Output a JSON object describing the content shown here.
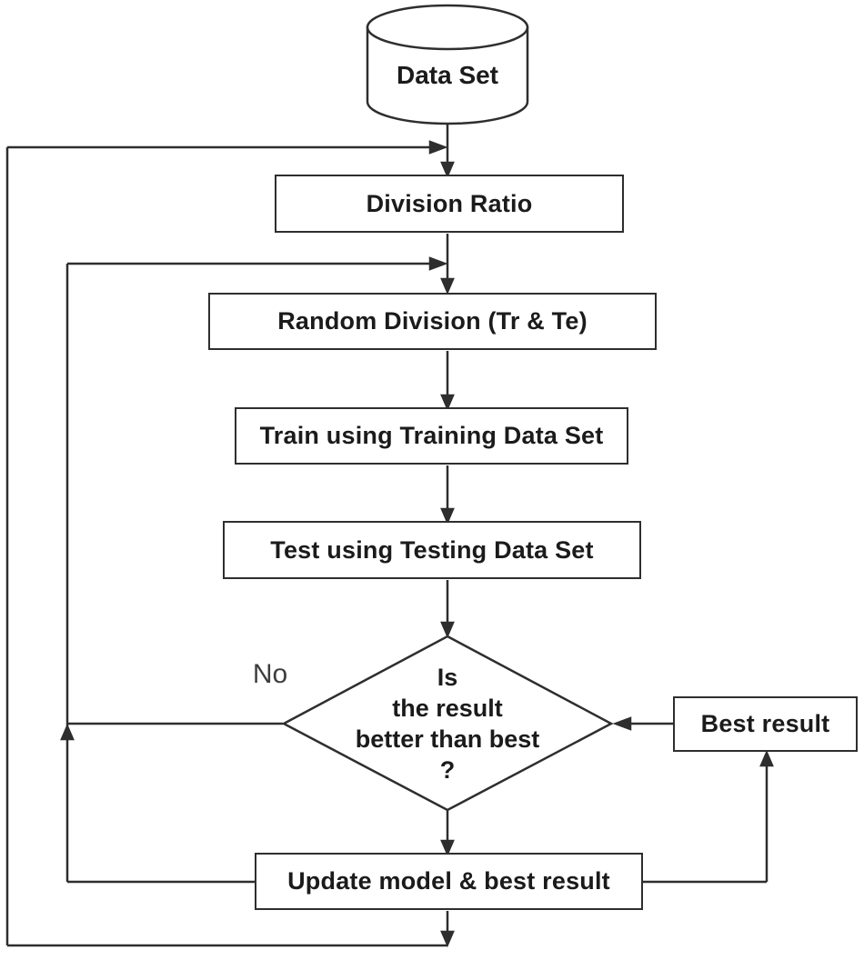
{
  "flowchart": {
    "colors": {
      "stroke": "#2e2e2e",
      "background": "#ffffff",
      "text": "#1b1b1b"
    },
    "nodes": {
      "data_set": {
        "type": "datastore-cylinder",
        "label": "Data Set"
      },
      "division_ratio": {
        "type": "process",
        "label": "Division Ratio"
      },
      "random_division": {
        "type": "process",
        "label": "Random Division (Tr & Te)"
      },
      "train": {
        "type": "process",
        "label": "Train using Training Data Set"
      },
      "test": {
        "type": "process",
        "label": "Test using Testing Data Set"
      },
      "decision": {
        "type": "decision",
        "lines": [
          "Is",
          "the result",
          "better than best",
          "?"
        ]
      },
      "best_result": {
        "type": "process",
        "label": "Best result"
      },
      "update_model": {
        "type": "process",
        "label": "Update model & best result"
      }
    },
    "edge_labels": {
      "no": "No"
    }
  }
}
